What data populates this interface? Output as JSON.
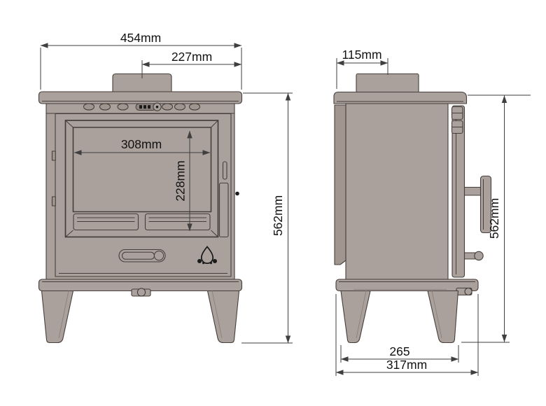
{
  "diagram": {
    "subject": "Wood-burning stove technical dimension drawing (front and side elevations)",
    "dimensions": {
      "front_overall_width": "454mm",
      "front_flue_center_offset": "227mm",
      "front_glass_width": "308mm",
      "front_glass_height": "228mm",
      "front_overall_height": "562mm",
      "side_flue_center_offset": "115mm",
      "side_overall_height": "562mm",
      "side_leg_spacing": "265",
      "side_overall_depth": "317mm"
    },
    "colors": {
      "body": "#aaa09c",
      "body_shade": "#a1968f",
      "outline": "#453e3a",
      "dimension_line": "#3f3f3f",
      "text": "#121212",
      "background": "#ffffff"
    }
  }
}
